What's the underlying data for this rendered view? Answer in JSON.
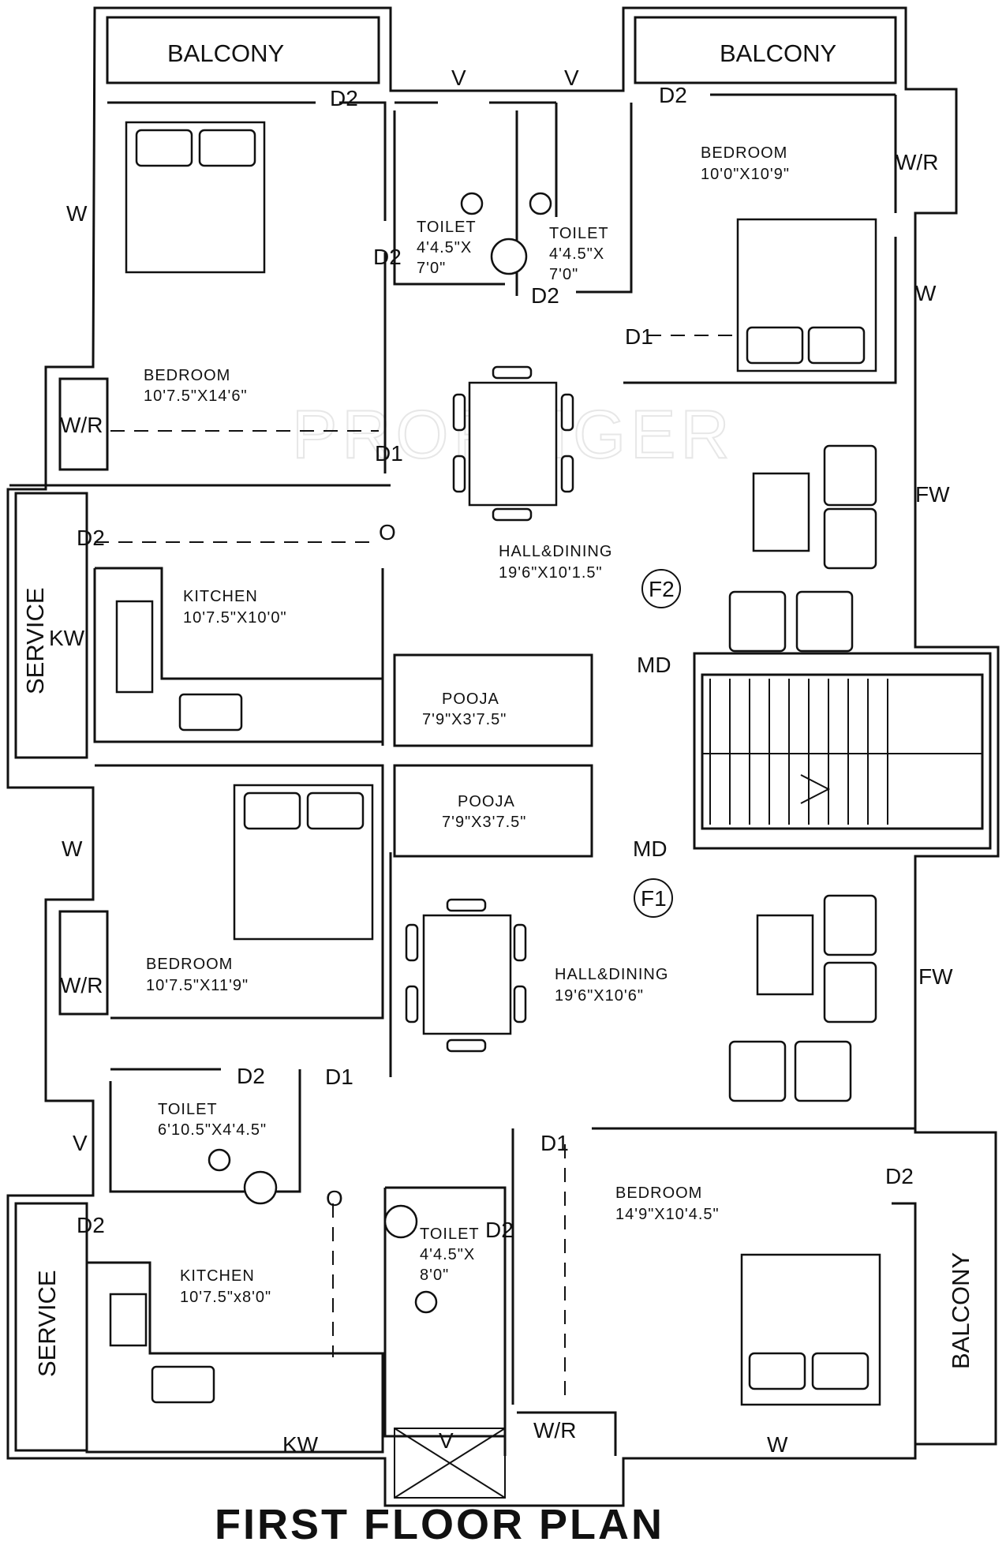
{
  "title": "FIRST FLOOR PLAN",
  "watermark": "PROPTIGER",
  "units": {
    "f2": {
      "badge": "F2",
      "balcony_left": "BALCONY",
      "balcony_right": "BALCONY",
      "bedroom_left": {
        "name": "BEDROOM",
        "size": "10'7.5\"X14'6\""
      },
      "bedroom_right": {
        "name": "BEDROOM",
        "size": "10'0\"X10'9\""
      },
      "toilet_left": {
        "name": "TOILET",
        "size_a": "4'4.5\"X",
        "size_b": "7'0\""
      },
      "toilet_right": {
        "name": "TOILET",
        "size_a": "4'4.5\"X",
        "size_b": "7'0\""
      },
      "hall": {
        "name": "HALL&DINING",
        "size": "19'6\"X10'1.5\""
      },
      "kitchen": {
        "name": "KITCHEN",
        "size": "10'7.5\"X10'0\""
      },
      "pooja": {
        "name": "POOJA",
        "size": "7'9\"X3'7.5\""
      },
      "service": "SERVICE"
    },
    "f1": {
      "badge": "F1",
      "pooja": {
        "name": "POOJA",
        "size": "7'9\"X3'7.5\""
      },
      "bedroom_left": {
        "name": "BEDROOM",
        "size": "10'7.5\"X11'9\""
      },
      "hall": {
        "name": "HALL&DINING",
        "size": "19'6\"X10'6\""
      },
      "toilet_left": {
        "name": "TOILET",
        "size": "6'10.5\"X4'4.5\""
      },
      "toilet_mid": {
        "name": "TOILET",
        "size_a": "4'4.5\"X",
        "size_b": "8'0\""
      },
      "bedroom_right": {
        "name": "BEDROOM",
        "size": "14'9\"X10'4.5\""
      },
      "kitchen": {
        "name": "KITCHEN",
        "size": "10'7.5\"x8'0\""
      },
      "service": "SERVICE",
      "balcony": "BALCONY"
    }
  },
  "tags": {
    "d1": "D1",
    "d2": "D2",
    "v": "V",
    "w": "W",
    "wr": "W/R",
    "fw": "FW",
    "md": "MD",
    "kw": "KW",
    "o": "O"
  }
}
